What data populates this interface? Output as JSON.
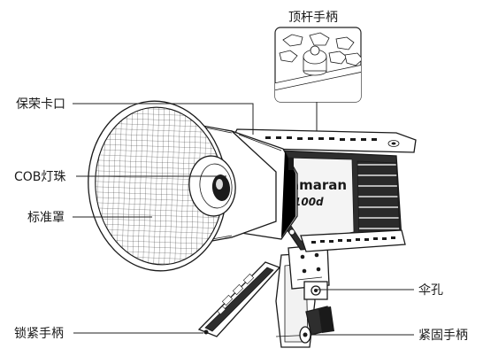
{
  "labels": {
    "top_handle": "顶杆手柄",
    "mount": "保荣卡口",
    "cob": "COB灯珠",
    "reflector": "标准罩",
    "umbrella_hole": "伞孔",
    "lock_handle": "锁紧手柄",
    "tight_handle": "紧固手柄"
  },
  "product": {
    "brand": "amaran",
    "model": "100d"
  },
  "colors": {
    "ink": "#1a1a1a",
    "body_dark": "#2e2e2e",
    "reflector_fill": "#ffffff"
  }
}
